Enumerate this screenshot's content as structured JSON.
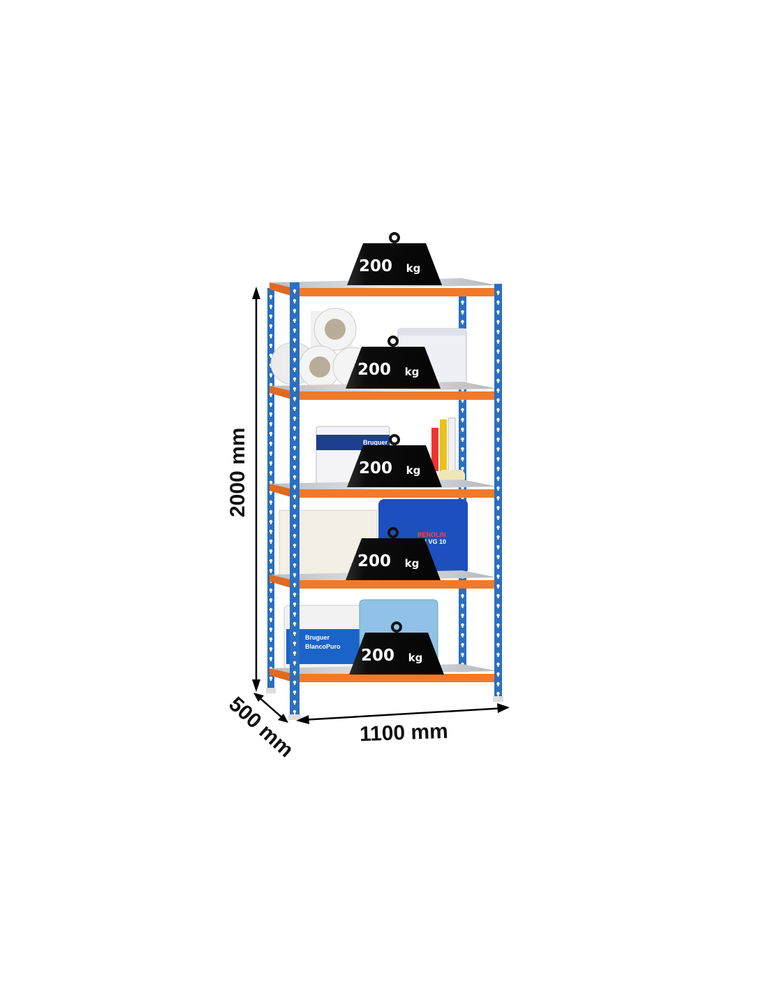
{
  "product": {
    "dimensions": {
      "height": "2000 mm",
      "width": "1100 mm",
      "depth": "500 mm"
    },
    "shelves": [
      {
        "load_number": "200",
        "load_unit": "kg"
      },
      {
        "load_number": "200",
        "load_unit": "kg"
      },
      {
        "load_number": "200",
        "load_unit": "kg"
      },
      {
        "load_number": "200",
        "load_unit": "kg"
      },
      {
        "load_number": "200",
        "load_unit": "kg"
      }
    ],
    "item_labels": {
      "paint_bucket": "Bruguer",
      "oil_canister": "RENOLIN",
      "oil_grade": "T 3 VG 10",
      "white_paint": "BlancoPuro"
    }
  },
  "colors": {
    "upright": "#2a6fc0",
    "beam": "#f07a2a",
    "shelf_panel": "#c9ccd0",
    "weight": "#111111"
  }
}
